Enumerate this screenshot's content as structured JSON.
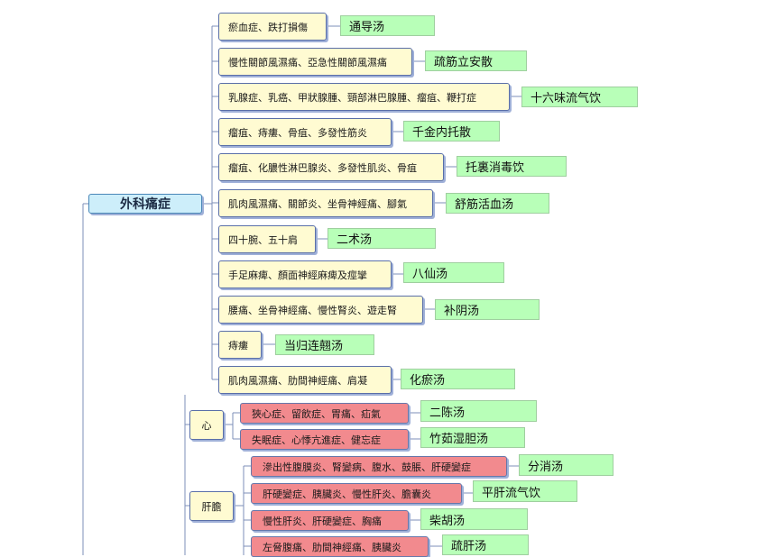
{
  "root": "外科痛症",
  "surgical": [
    {
      "condition": "瘀血症、跌打損傷",
      "remedy": "通导汤"
    },
    {
      "condition": "慢性關節風濕痛、亞急性關節風濕痛",
      "remedy": "疏筋立安散"
    },
    {
      "condition": "乳腺症、乳癌、甲狀腺腫、頸部淋巴腺腫、瘤疽、鞭打症",
      "remedy": "十六味流气饮"
    },
    {
      "condition": "瘤疽、痔瘻、骨疽、多發性筋炎",
      "remedy": "千金内托散"
    },
    {
      "condition": "瘤疽、化膿性淋巴腺炎、多發性肌炎、骨疽",
      "remedy": "托裏消毒饮"
    },
    {
      "condition": "肌肉風濕痛、關節炎、坐骨神經痛、腳氣",
      "remedy": "舒筋活血汤"
    },
    {
      "condition": "四十腕、五十肩",
      "remedy": "二术汤"
    },
    {
      "condition": "手足麻痺、顏面神經麻痺及痙攣",
      "remedy": "八仙汤"
    },
    {
      "condition": "腰痛、坐骨神經痛、慢性腎炎、遊走腎",
      "remedy": "补阴汤"
    },
    {
      "condition": "痔瘻",
      "remedy": "当归连翹汤"
    },
    {
      "condition": "肌肉風濕痛、肋間神經痛、肩凝",
      "remedy": "化瘀汤"
    }
  ],
  "groups": [
    {
      "label": "心",
      "items": [
        {
          "condition": "狹心症、留飲症、胃痛、疝氣",
          "remedy": "二陈汤"
        },
        {
          "condition": "失眠症、心悸亢進症、健忘症",
          "remedy": "竹茹湿胆汤"
        }
      ]
    },
    {
      "label": "肝膽",
      "items": [
        {
          "condition": "滲出性腹膜炎、腎變病、腹水、鼓脹、肝硬變症",
          "remedy": "分消汤"
        },
        {
          "condition": "肝硬變症、胰臟炎、慢性肝炎、膽囊炎",
          "remedy": "平肝流气饮"
        },
        {
          "condition": "慢性肝炎、肝硬變症、胸痛",
          "remedy": "柴胡汤"
        },
        {
          "condition": "左脅腹痛、肋間神經痛、胰臟炎",
          "remedy": "疏肝汤"
        }
      ]
    }
  ]
}
